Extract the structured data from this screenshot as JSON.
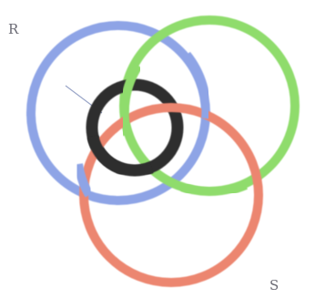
{
  "labels": {
    "r": "R",
    "s": "S"
  },
  "rings": [
    {
      "name": "blue-ring",
      "color": "#8ea4e6"
    },
    {
      "name": "green-ring",
      "color": "#8fdc6c"
    },
    {
      "name": "black-ring",
      "color": "#2e2e2e"
    },
    {
      "name": "red-ring",
      "color": "#ec8670"
    }
  ],
  "pointer_color": "#9aa6c8"
}
